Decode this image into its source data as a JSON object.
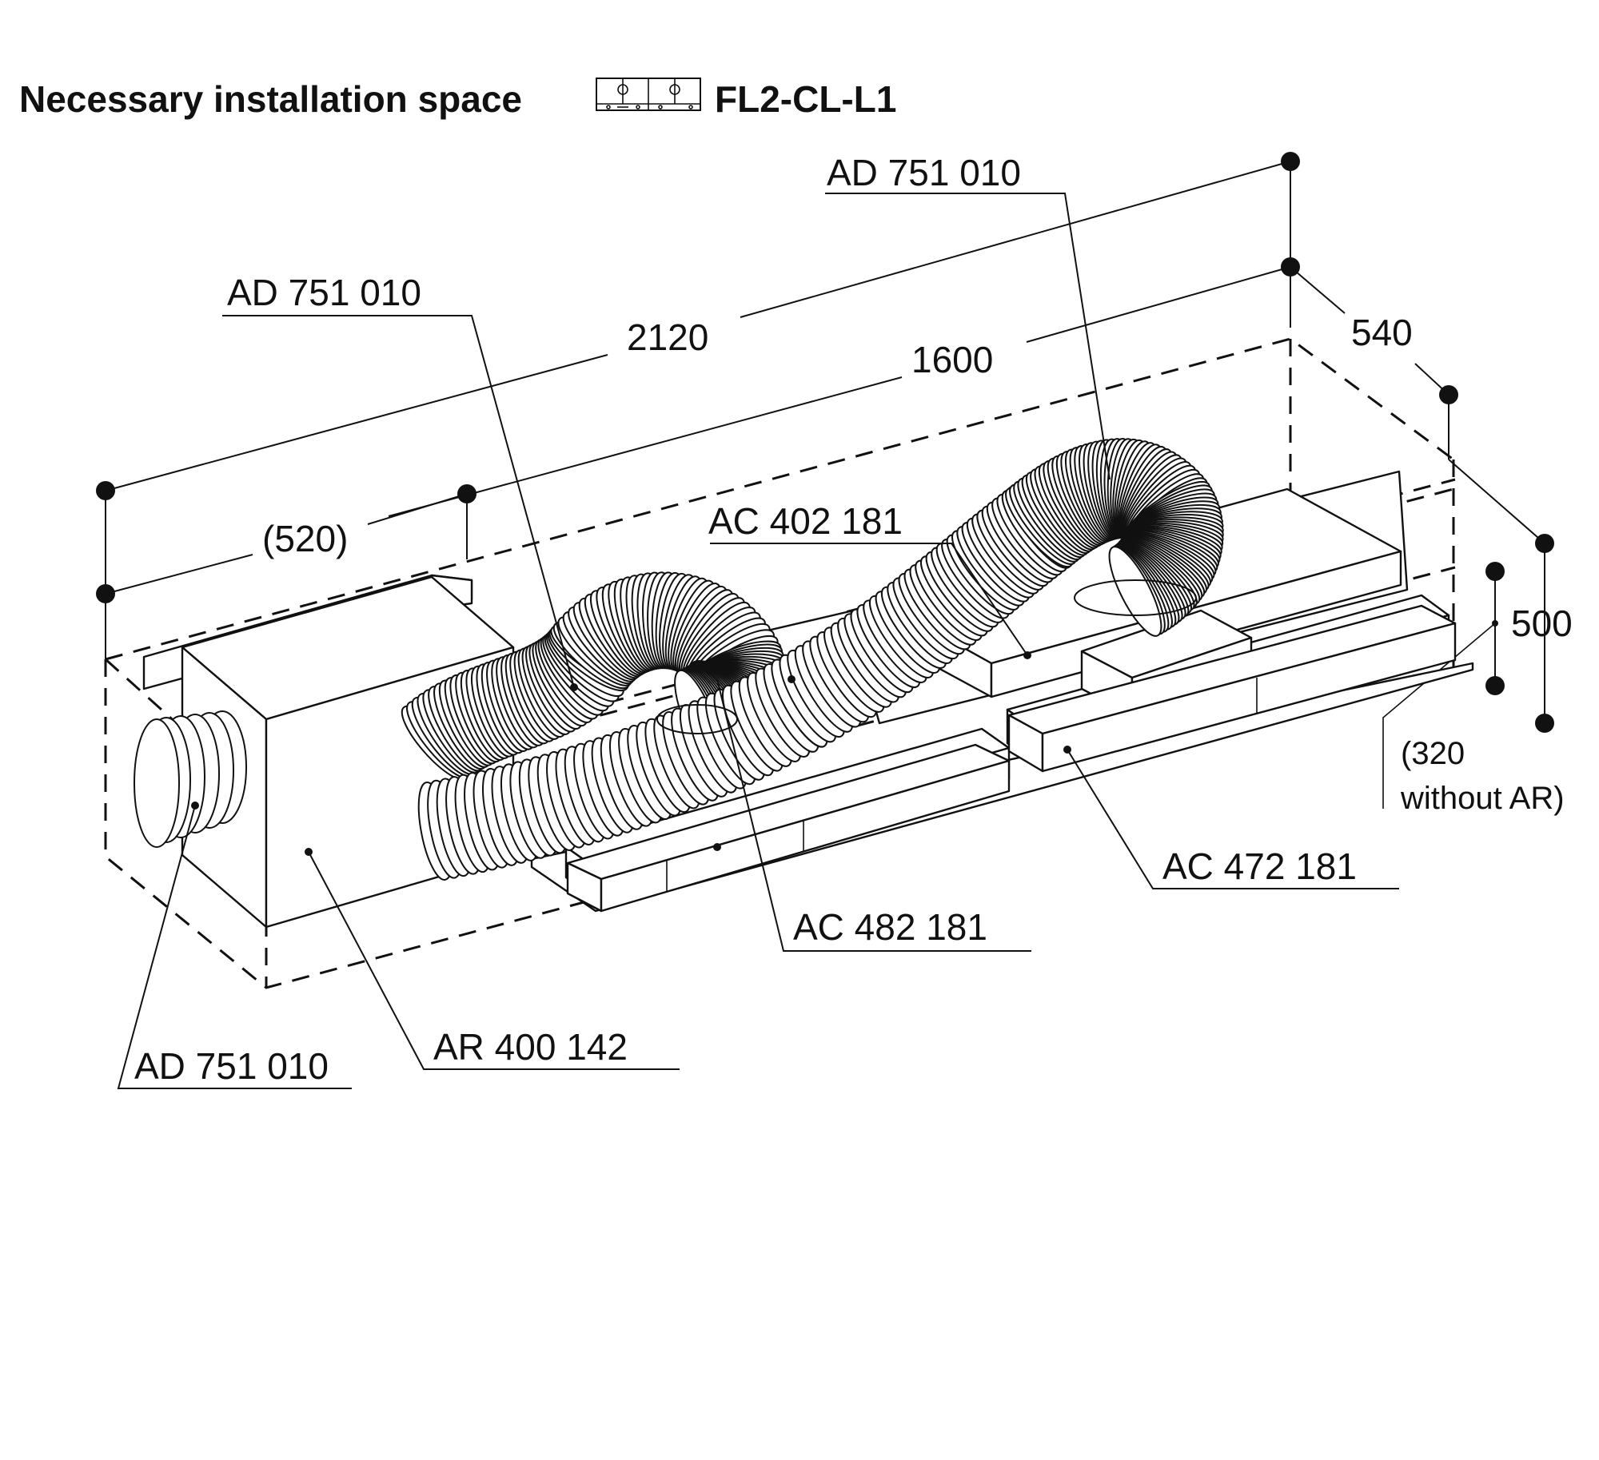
{
  "title": {
    "text": "Necessary installation space",
    "model": "FL2-CL-L1",
    "hob_icon": "hob-layout-icon"
  },
  "dimensions": {
    "overall_length": "2120",
    "inner_length": "1600",
    "left_module": "(520)",
    "depth": "540",
    "height": "500",
    "height_without_ar_line1": "(320",
    "height_without_ar_line2": "without AR)"
  },
  "components": {
    "duct_top_right": "AD 751 010",
    "duct_top_left": "AD 751 010",
    "duct_front": "AD 751 010",
    "filter_top": "AC 402 181",
    "filter_right": "AC 472 181",
    "filter_front": "AC 482 181",
    "recirculation_box": "AR 400 142"
  }
}
